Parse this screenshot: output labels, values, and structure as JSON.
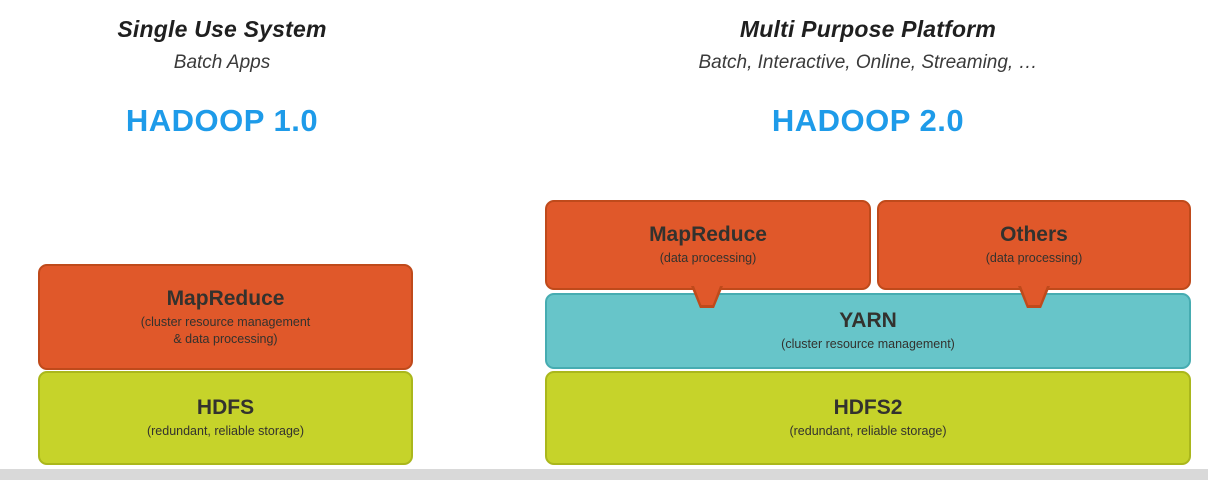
{
  "colors": {
    "hadoop_blue": "#1e9be9",
    "orange": "#e0582a",
    "green": "#c6d32a",
    "teal": "#67c5c9"
  },
  "left": {
    "title": "Single Use System",
    "subtitle": "Batch Apps",
    "version": "HADOOP 1.0",
    "boxes": {
      "mapreduce": {
        "title": "MapReduce",
        "subtitle": "(cluster resource management\n& data processing)"
      },
      "hdfs": {
        "title": "HDFS",
        "subtitle": "(redundant, reliable storage)"
      }
    }
  },
  "right": {
    "title": "Multi Purpose Platform",
    "subtitle": "Batch, Interactive, Online, Streaming, …",
    "version": "HADOOP 2.0",
    "boxes": {
      "mapreduce": {
        "title": "MapReduce",
        "subtitle": "(data processing)"
      },
      "others": {
        "title": "Others",
        "subtitle": "(data processing)"
      },
      "yarn": {
        "title": "YARN",
        "subtitle": "(cluster resource management)"
      },
      "hdfs2": {
        "title": "HDFS2",
        "subtitle": "(redundant, reliable storage)"
      }
    }
  }
}
